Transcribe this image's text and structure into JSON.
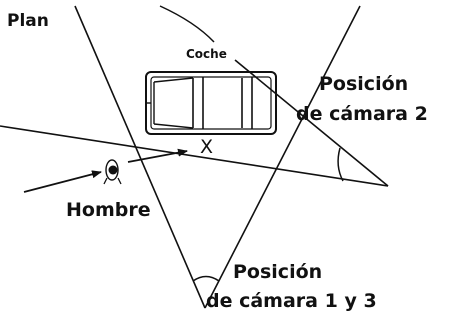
{
  "labels": {
    "plan": "Plan",
    "coche": "Coche",
    "camera2_line1": "Posición",
    "camera2_line2": "de cámara 2",
    "x_mark": "X",
    "hombre": "Hombre",
    "camera13_line1": "Posición",
    "camera13_line2": "de cámara 1 y 3"
  },
  "colors": {
    "ink": "#111111",
    "background": "#ffffff"
  }
}
